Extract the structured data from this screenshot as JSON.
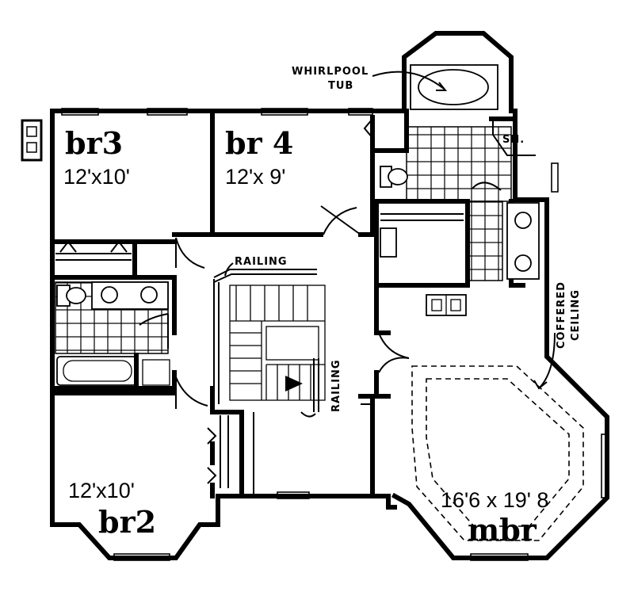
{
  "rooms": {
    "br3": {
      "name": "br3",
      "dims": "12'x10'"
    },
    "br4": {
      "name": "br 4",
      "dims": "12'x 9'"
    },
    "br2": {
      "name": "br2",
      "dims": "12'x10'"
    },
    "mbr": {
      "name": "mbr",
      "dims": "16'6 x 19' 8"
    }
  },
  "labels": {
    "whirlpool_line1": "WHIRLPOOL",
    "whirlpool_line2": "TUB",
    "shower": "SH.",
    "railing_top": "RAILING",
    "railing_side": "RAILING",
    "coffered_line1": "COFFERED",
    "coffered_line2": "CEILING"
  }
}
